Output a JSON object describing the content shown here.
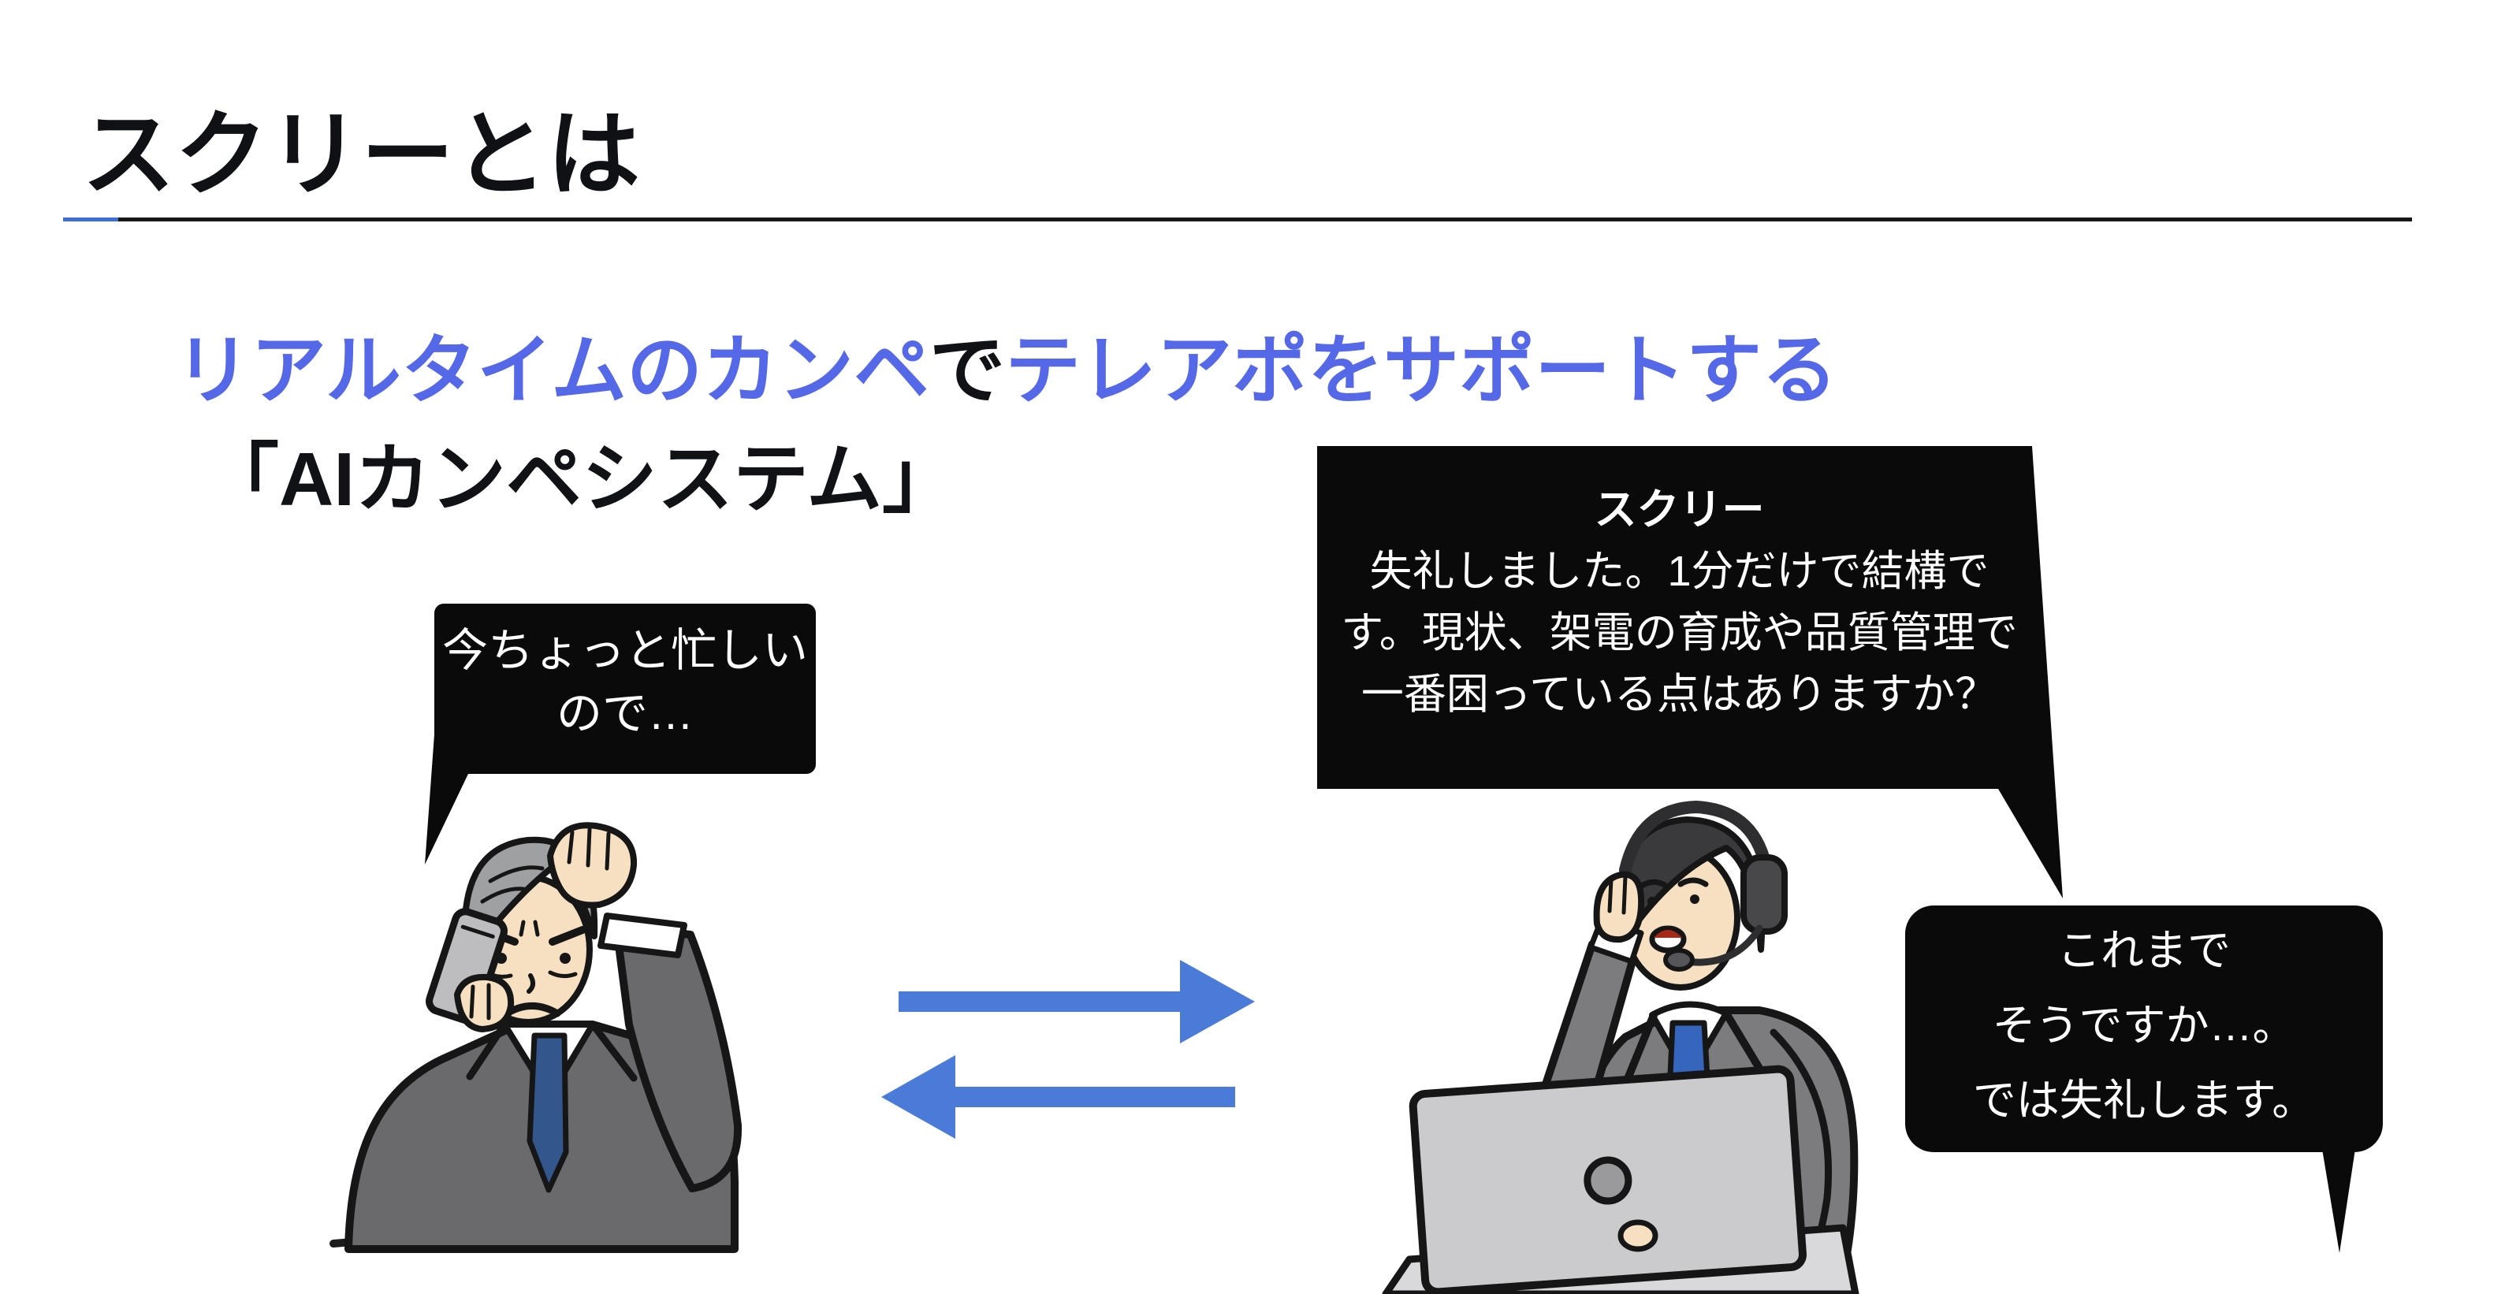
{
  "slide": {
    "title": "スクリーとは",
    "heading": {
      "line1_blue1": "リアルタイムのカンペ",
      "line1_black": "で",
      "line1_blue2": "テレアポをサポートする",
      "line2": "「AIカンペシステム」"
    }
  },
  "speech_bubbles": {
    "customer": {
      "lines": [
        "今ちょっと忙しい",
        "ので…"
      ]
    },
    "ai_prompt": {
      "speaker": "スクリー",
      "lines": [
        "失礼しました。1分だけで結構で",
        "す。現状、架電の育成や品質管理で",
        "一番困っている点はありますか？"
      ]
    },
    "closing": {
      "lines": [
        "これまで",
        "そうですか…。",
        "では失礼します。"
      ]
    }
  },
  "icons": {
    "left_figure": "annoyed-businessman-on-phone",
    "right_figure": "telemarketer-with-headset-and-laptop",
    "arrow_right": "exchange-arrow-right",
    "arrow_left": "exchange-arrow-left"
  },
  "colors": {
    "heading_blue": "#5568E8",
    "arrow_blue": "#4A7BD9",
    "bubble_bg": "#0A0A0A",
    "divider_accent": "#3E6FD8",
    "divider_line": "#17181A"
  }
}
